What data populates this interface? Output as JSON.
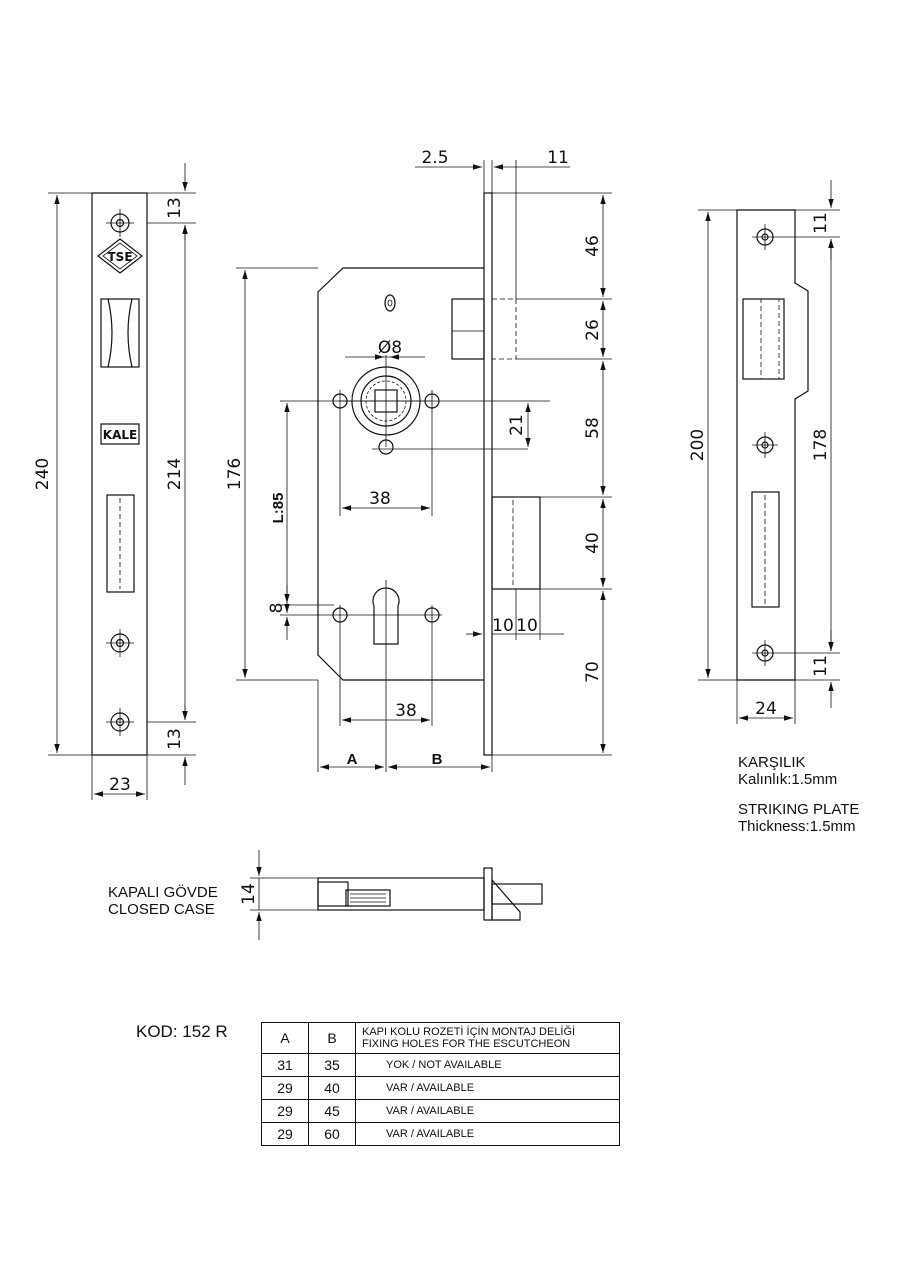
{
  "faceplate": {
    "dims": {
      "height": "240",
      "hole_span": "214",
      "top": "13",
      "bottom": "13",
      "width": "23"
    },
    "logos": [
      "TSE",
      "KALE"
    ]
  },
  "lock_body": {
    "dims": {
      "plate_thickness": "2.5",
      "backset_offset": "11",
      "top_to_latch": "46",
      "latch_height": "26",
      "spindle_diameter": "Ø8",
      "body_height": "176",
      "distance": "L:85",
      "spindle_vertical": "21",
      "spindle_to_bolt": "58",
      "hole_spacing_top": "38",
      "bolt_height": "40",
      "cylinder_offset": "8",
      "bolt_projection_a": "10",
      "bolt_projection_b": "10",
      "hole_spacing_bottom": "38",
      "bottom": "70",
      "col_a": "A",
      "col_b": "B"
    }
  },
  "striking_plate": {
    "dims": {
      "top": "11",
      "height": "200",
      "inner": "178",
      "bottom": "11",
      "width": "24"
    },
    "label_tr": "KARŞILIK",
    "thickness_tr": "Kalınlık:1.5mm",
    "label_en": "STRIKING PLATE",
    "thickness_en": "Thickness:1.5mm"
  },
  "closed_case": {
    "label_tr": "KAPALI GÖVDE",
    "label_en": "CLOSED CASE",
    "thickness": "14"
  },
  "code": "KOD: 152 R",
  "table": {
    "headers": [
      "A",
      "B",
      "KAPI KOLU ROZETİ İÇİN MONTAJ DELİĞİ",
      "FIXING HOLES FOR THE ESCUTCHEON"
    ],
    "rows": [
      {
        "a": "31",
        "b": "35",
        "note": "YOK / NOT AVAILABLE"
      },
      {
        "a": "29",
        "b": "40",
        "note": "VAR / AVAILABLE"
      },
      {
        "a": "29",
        "b": "45",
        "note": "VAR / AVAILABLE"
      },
      {
        "a": "29",
        "b": "60",
        "note": "VAR / AVAILABLE"
      }
    ]
  }
}
